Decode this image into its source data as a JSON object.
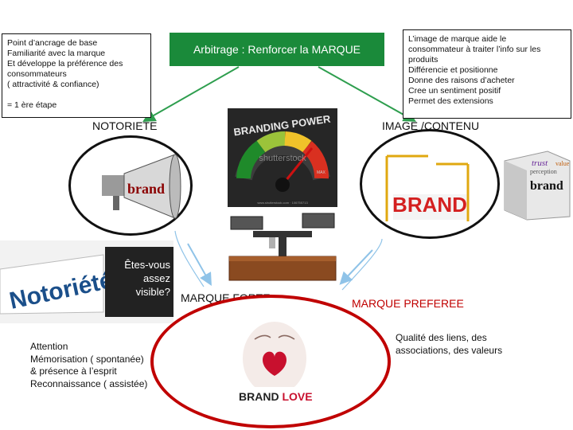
{
  "anchor_box": {
    "lines": [
      "Point d’ancrage de base",
      "Familiarité avec la marque",
      "Et développe la préférence des",
      "consommateurs",
      "( attractivité  & confiance)"
    ],
    "footer": "= 1 ère étape"
  },
  "arbitrage": {
    "label": "Arbitrage :  Renforcer la MARQUE"
  },
  "image_box": {
    "lines": [
      "L’image de marque aide le",
      "consommateur à traiter l’info sur les",
      "produits",
      "Différencie et positionne",
      "Donne des raisons d’acheter",
      "Cree un sentiment positif",
      "Permet  des extensions"
    ]
  },
  "labels": {
    "notoriete": "NOTORIETE",
    "image": "IMAGE /CONTENU",
    "forte": "MARQUE FORTE",
    "preferee": "MARQUE PREFEREE"
  },
  "attention": {
    "lines": [
      "Attention",
      "Mémorisation ( spontanée)",
      "& présence à l’esprit",
      "Reconnaissance ( assistée)"
    ]
  },
  "qualite": {
    "lines": [
      "Qualité des liens,  des",
      "associations, des valeurs"
    ]
  },
  "images": {
    "gauge_title": "BRANDING POWER",
    "gauge_watermark": "shutterstock",
    "gauge_max": "MAX",
    "gauge_caption": "www.shutterstock.com · 106755713",
    "megaphone_word": "brand",
    "notoriete_sign": "Notoriété",
    "visible_text": [
      "Êtes-vous",
      "assez",
      "visible?"
    ],
    "brand_crane_word": "BRAND",
    "brand_box_words": [
      "trust",
      "value",
      "perception",
      "brand"
    ],
    "brand_love": {
      "part1": "BRAND ",
      "part2": "LOVE"
    }
  },
  "colors": {
    "arbitrage_bg": "#1a8a3a",
    "arrow": "#2e9e4e",
    "arrow_light": "#8fc3e8",
    "red": "#c00000"
  }
}
